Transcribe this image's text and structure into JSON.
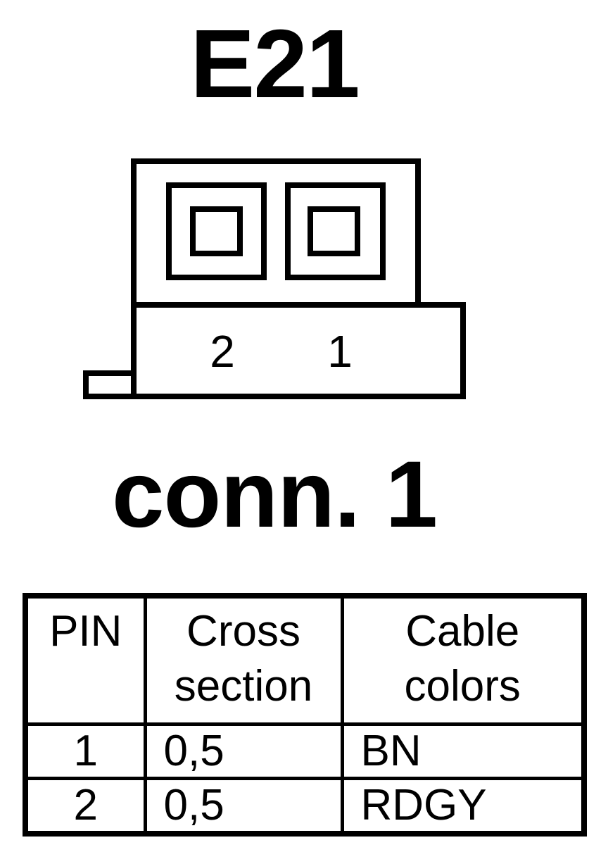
{
  "title": "E21",
  "connector": {
    "pin_labels": [
      "2",
      "1"
    ]
  },
  "subtitle": "conn. 1",
  "table": {
    "headers": {
      "pin": [
        "PIN"
      ],
      "cross_section": [
        "Cross",
        "section"
      ],
      "cable_colors": [
        "Cable",
        "colors"
      ]
    },
    "rows": [
      {
        "pin": "1",
        "cross_section": "0,5",
        "cable_color": "BN"
      },
      {
        "pin": "2",
        "cross_section": "0,5",
        "cable_color": "RDGY"
      }
    ]
  }
}
